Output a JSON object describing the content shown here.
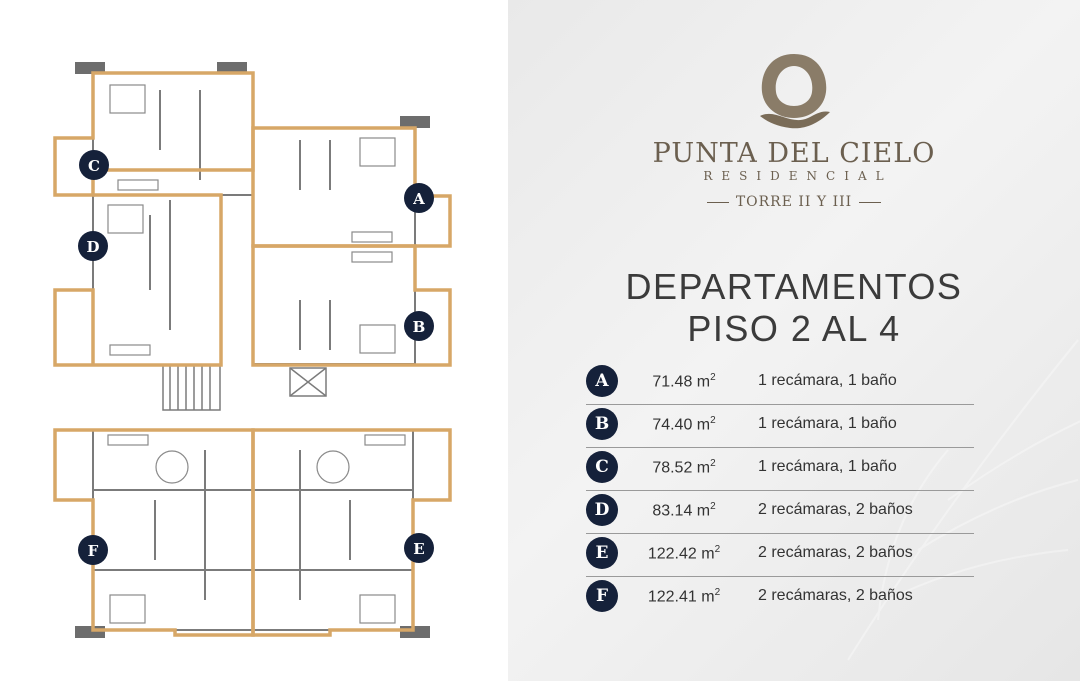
{
  "brand": {
    "name": "PUNTA DEL CIELO",
    "subtitle": "RESIDENCIAL",
    "tower": "TORRE II Y III"
  },
  "heading": {
    "line1": "DEPARTAMENTOS",
    "line2": "PISO 2 AL 4"
  },
  "units": [
    {
      "letter": "A",
      "area": "71.48 m",
      "sup": "2",
      "description": "1 recámara, 1 baño"
    },
    {
      "letter": "B",
      "area": "74.40 m",
      "sup": "2",
      "description": "1 recámara, 1 baño"
    },
    {
      "letter": "C",
      "area": "78.52 m",
      "sup": "2",
      "description": "1 recámara, 1 baño"
    },
    {
      "letter": "D",
      "area": "83.14 m",
      "sup": "2",
      "description": "2 recámaras, 2 baños"
    },
    {
      "letter": "E",
      "area": "122.42 m",
      "sup": "2",
      "description": "2 recámaras, 2 baños"
    },
    {
      "letter": "F",
      "area": "122.41 m",
      "sup": "2",
      "description": "2 recámaras, 2 baños"
    }
  ],
  "plan_labels": [
    "A",
    "B",
    "C",
    "D",
    "E",
    "F"
  ],
  "colors": {
    "outline": "#d7a767",
    "badge": "#15213a",
    "brand": "#6b5f4f",
    "wall": "#7b7b7b"
  }
}
